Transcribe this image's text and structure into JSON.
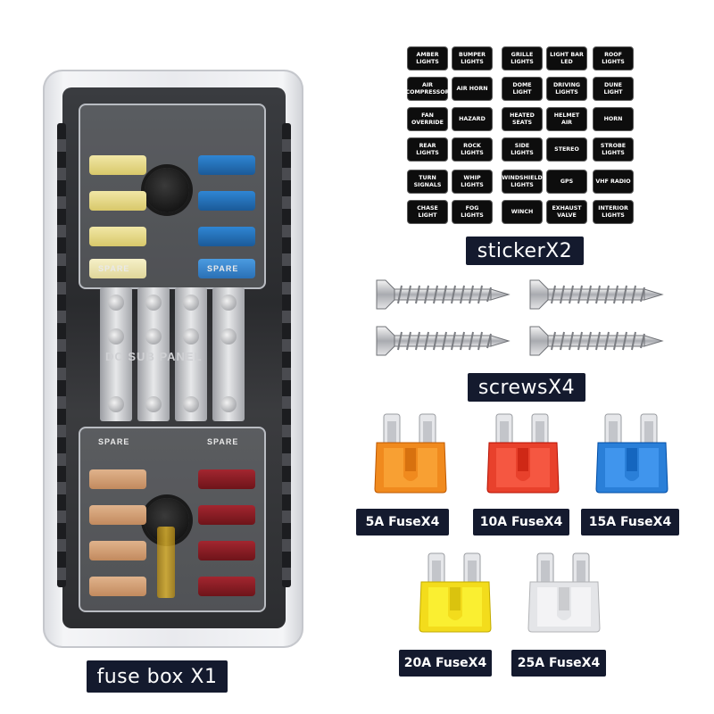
{
  "labels": {
    "fuse_box": "fuse box X1",
    "sticker": "stickerX2",
    "screws": "screwsX4"
  },
  "fuse_box": {
    "top_spare_left": "SPARE",
    "top_spare_right": "SPARE",
    "bottom_spare_left": "SPARE",
    "bottom_spare_right": "SPARE",
    "panel_text": "DC SUB PANEL"
  },
  "stickers": [
    "AMBER LIGHTS",
    "BUMPER LIGHTS",
    "GRILLE LIGHTS",
    "LIGHT BAR LED",
    "ROOF LIGHTS",
    "AIR COMPRESSOR",
    "AIR HORN",
    "DOME LIGHT",
    "DRIVING LIGHTS",
    "DUNE LIGHT",
    "FAN OVERRIDE",
    "HAZARD",
    "HEATED SEATS",
    "HELMET AIR",
    "HORN",
    "REAR LIGHTS",
    "ROCK LIGHTS",
    "SIDE LIGHTS",
    "STEREO",
    "STROBE LIGHTS",
    "TURN SIGNALS",
    "WHIP LIGHTS",
    "WINDSHIELD LIGHTS",
    "GPS",
    "VHF RADIO",
    "CHASE LIGHT",
    "FOG LIGHTS",
    "WINCH",
    "EXHAUST VALVE",
    "INTERIOR LIGHTS"
  ],
  "fuses": [
    {
      "label": "5A FuseX4",
      "color": "#f08a1e"
    },
    {
      "label": "10A FuseX4",
      "color": "#e8412c"
    },
    {
      "label": "15A FuseX4",
      "color": "#2a7fd8"
    },
    {
      "label": "20A FuseX4",
      "color": "#f3dc1c"
    },
    {
      "label": "25A FuseX4",
      "color": "#e4e5e8"
    }
  ],
  "colors": {
    "label_bg": "#141a2e",
    "fuse_yellow_slot": "#e6d98a",
    "fuse_blue_slot": "#2a6fb0",
    "fuse_tan_slot": "#d4a37a",
    "fuse_red_slot": "#8a1c22"
  }
}
